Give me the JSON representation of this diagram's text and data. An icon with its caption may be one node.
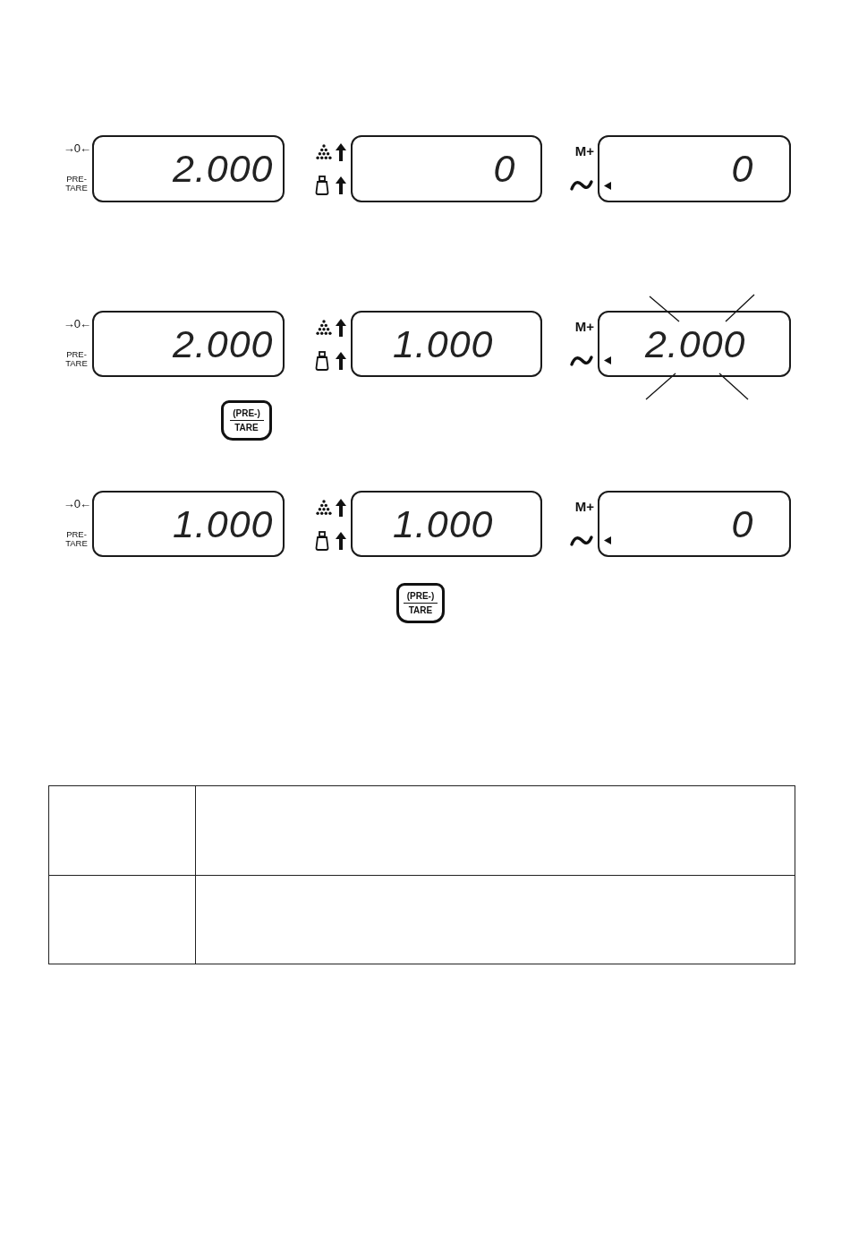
{
  "diagram": {
    "nodes": [
      {
        "text": [
          "2.000"
        ],
        "beside": [
          "→0←",
          "PRE- TARE"
        ]
      },
      {
        "text": [
          "0"
        ]
      },
      {
        "text": [
          "0"
        ],
        "beside": [
          "M+"
        ]
      },
      {
        "text": [
          "2.000"
        ],
        "beside": [
          "→0←",
          "PRE- TARE"
        ]
      },
      {
        "text": [
          "1.000"
        ]
      },
      {
        "text": [
          "2.000"
        ],
        "beside": [
          "M+"
        ]
      },
      {
        "text": [
          "(PRE-)",
          "TARE"
        ]
      },
      {
        "text": [
          "1.000"
        ],
        "beside": [
          "→0←",
          "PRE- TARE"
        ]
      },
      {
        "text": [
          "1.000"
        ]
      },
      {
        "text": [
          "0"
        ],
        "beside": [
          "M+"
        ]
      },
      {
        "text": [
          "(PRE-)",
          "TARE"
        ]
      }
    ]
  }
}
